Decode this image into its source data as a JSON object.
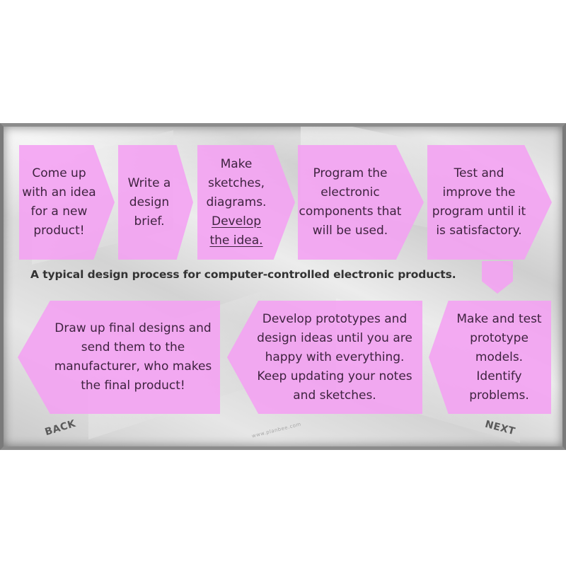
{
  "slide": {
    "caption": "A typical design process for computer-controlled electronic products.",
    "fill_color": "#f4a0f2",
    "text_color": "#3f2340",
    "steps": [
      {
        "id": 1,
        "direction": "right",
        "lines": [
          "Come up",
          "with an idea",
          "for a new",
          "product!"
        ]
      },
      {
        "id": 2,
        "direction": "right",
        "lines": [
          "Write a",
          "design",
          "brief."
        ]
      },
      {
        "id": 3,
        "direction": "right",
        "lines": [
          "Make",
          "sketches,",
          "diagrams."
        ],
        "link_lines": [
          "Develop",
          "the idea."
        ]
      },
      {
        "id": 4,
        "direction": "right",
        "lines": [
          "Program the",
          "electronic",
          "components that",
          "will be used."
        ]
      },
      {
        "id": 5,
        "direction": "right",
        "lines": [
          "Test and",
          "improve the",
          "program until it",
          "is satisfactory."
        ]
      },
      {
        "id": 6,
        "direction": "down",
        "lines": []
      },
      {
        "id": 7,
        "direction": "left",
        "lines": [
          "Make and test",
          "prototype",
          "models.",
          "Identify",
          "problems."
        ]
      },
      {
        "id": 8,
        "direction": "left",
        "lines": [
          "Develop prototypes and",
          "design ideas until you are",
          "happy with everything.",
          "Keep updating your notes",
          "and sketches."
        ]
      },
      {
        "id": 9,
        "direction": "left",
        "lines": [
          "Draw up final designs and",
          "send them to the",
          "manufacturer, who makes",
          "the final product!"
        ]
      }
    ]
  },
  "nav": {
    "back_label": "BACK",
    "next_label": "NEXT"
  },
  "watermark": "www.planbee.com"
}
